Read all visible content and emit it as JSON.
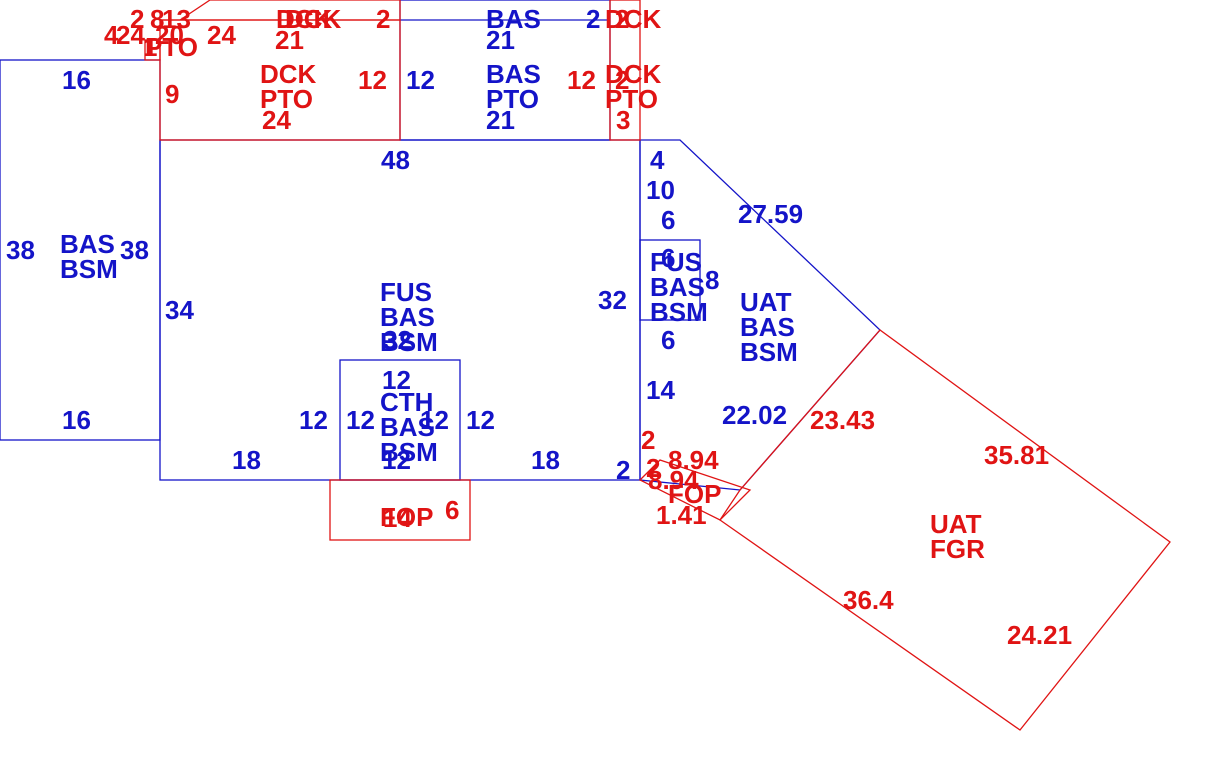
{
  "colors": {
    "main": "#1414c8",
    "accent": "#e01414",
    "background": "#ffffff"
  },
  "areas": {
    "bas_bsm_left": [
      "BAS",
      "BSM"
    ],
    "fus_bas_bsm_main": [
      "FUS",
      "BAS",
      "BSM"
    ],
    "cth_bas_bsm": [
      "CTH",
      "BAS",
      "BSM"
    ],
    "fus_bas_bsm_small": [
      "FUS",
      "BAS",
      "BSM"
    ],
    "uat_bas_bsm": [
      "UAT",
      "BAS",
      "BSM"
    ],
    "uat_fgr": [
      "UAT",
      "FGR"
    ],
    "dck_pto_top_left": [
      "DCK",
      "PTO"
    ],
    "dck_pto_mid_left": [
      "DCK",
      "PTO"
    ],
    "dck_top_center": [
      "DCK"
    ],
    "bas_pto_top": [
      "BAS",
      "PTO"
    ],
    "bas_top": [
      "BAS"
    ],
    "dck_top_right": [
      "DCK"
    ],
    "dck_pto_right": [
      "DCK",
      "PTO"
    ],
    "fop_bottom": [
      "FOP"
    ],
    "fop_right": [
      "FOP"
    ]
  },
  "dimensions": {
    "left_top": "16",
    "left_bottom": "16",
    "left_side": "38",
    "left_inner_side": "38",
    "main_top": "48",
    "main_left": "34",
    "main_right": "32",
    "main_bottom_left": "18",
    "main_bottom_right": "18",
    "main_center": "32",
    "cth_top": "12",
    "cth_bottom": "12",
    "cth_left_outer": "12",
    "cth_left_inner": "12",
    "cth_right_inner": "12",
    "cth_right_outer": "12",
    "small_top": "6",
    "small_right": "8",
    "small_bottom": "6",
    "right_4": "4",
    "right_10": "10",
    "right_6": "6",
    "right_14": "14",
    "right_2_blue": "2",
    "diag_upper": "27.59",
    "diag_lower": "22.02",
    "fgr_left_top": "23.43",
    "fgr_right_top": "35.81",
    "fgr_bottom_left": "36.4",
    "fgr_bottom_right": "24.21",
    "fop_r_2": "2",
    "fop_r_894a": "8.94",
    "fop_r_2b": "2",
    "fop_r_894b": "8.94",
    "fop_r_141": "1.41",
    "fop_b_14": "14",
    "fop_b_6": "6",
    "deck_9": "9",
    "deck_12a": "12",
    "deck_24": "24",
    "deck_12b": "12",
    "deck_21a": "21",
    "deck_21b": "21",
    "deck_12c": "12",
    "deck_3": "3",
    "deck_2a": "2",
    "deck_2b": "2",
    "deck_top_2a": "2",
    "deck_top_21": "21",
    "deck_top_2b": "2",
    "tl_4": "4",
    "tl_2": "2",
    "tl_8": "8",
    "tl_13": "13",
    "tl_24a": "24",
    "tl_24b": "24",
    "tl_20": "20",
    "tl_1": "1"
  }
}
